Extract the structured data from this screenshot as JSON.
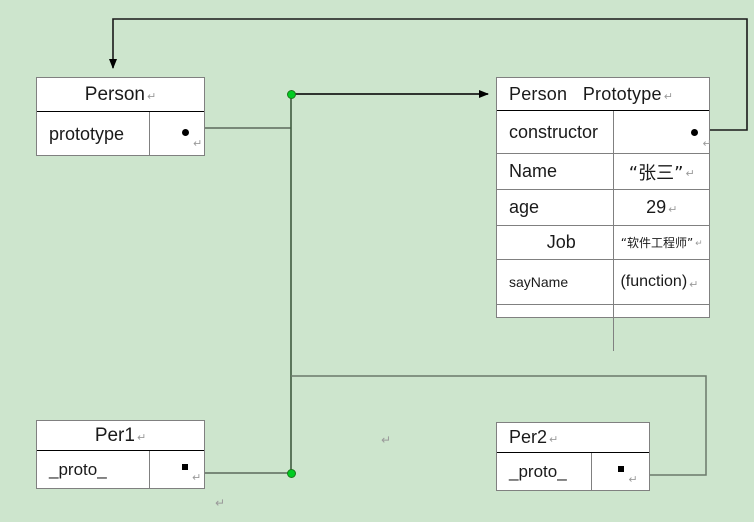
{
  "canvas": {
    "background_color": "#cde5cd",
    "line_color": "#6b7a6b",
    "arrow_color": "#000000",
    "junction_color": "#00cc22",
    "dot_color": "#000000",
    "box_border_color": "#808080",
    "box_fill_color": "#ffffff",
    "pilcrow_glyph": "↵",
    "pilcrow_color": "#9a9a9a"
  },
  "boxes": {
    "person": {
      "title": "Person",
      "title_align": "center",
      "rows": [
        {
          "label": "prototype",
          "value": "",
          "has_dot": true
        }
      ]
    },
    "person_prototype": {
      "title": "Person   Prototype",
      "title_align": "left",
      "rows": [
        {
          "label": "constructor",
          "value": "",
          "has_dot": true
        },
        {
          "label": "Name",
          "value": "“张三”",
          "has_dot": false
        },
        {
          "label": "age",
          "value": "29",
          "has_dot": false
        },
        {
          "label": "Job",
          "value": "“软件工程师”",
          "has_dot": false
        },
        {
          "label": "sayName",
          "value": "(function)",
          "has_dot": false
        },
        {
          "label": "",
          "value": "",
          "has_dot": false
        }
      ]
    },
    "per1": {
      "title": "Per1",
      "title_align": "center",
      "rows": [
        {
          "label": "_proto_",
          "value": "",
          "has_dot": true
        }
      ]
    },
    "per2": {
      "title": "Per2",
      "title_align": "left",
      "rows": [
        {
          "label": "_proto_",
          "value": "",
          "has_dot": true
        }
      ]
    }
  },
  "loose_marks": [
    {
      "name": "pilcrow-mid-canvas",
      "glyph": "↵"
    },
    {
      "name": "pilcrow-bottom-left",
      "glyph": "↵"
    }
  ],
  "connections": [
    {
      "name": "person-prototype-to-proto-object",
      "from": "person.prototype",
      "to": "person_prototype.header",
      "arrow": true
    },
    {
      "name": "constructor-back-to-person",
      "from": "person_prototype.constructor",
      "to": "person.header",
      "arrow": true
    },
    {
      "name": "per1-proto-to-proto-object",
      "from": "per1._proto_",
      "to": "person_prototype",
      "arrow": false
    },
    {
      "name": "per2-proto-to-proto-object",
      "from": "per2._proto_",
      "to": "person_prototype",
      "arrow": false
    }
  ]
}
